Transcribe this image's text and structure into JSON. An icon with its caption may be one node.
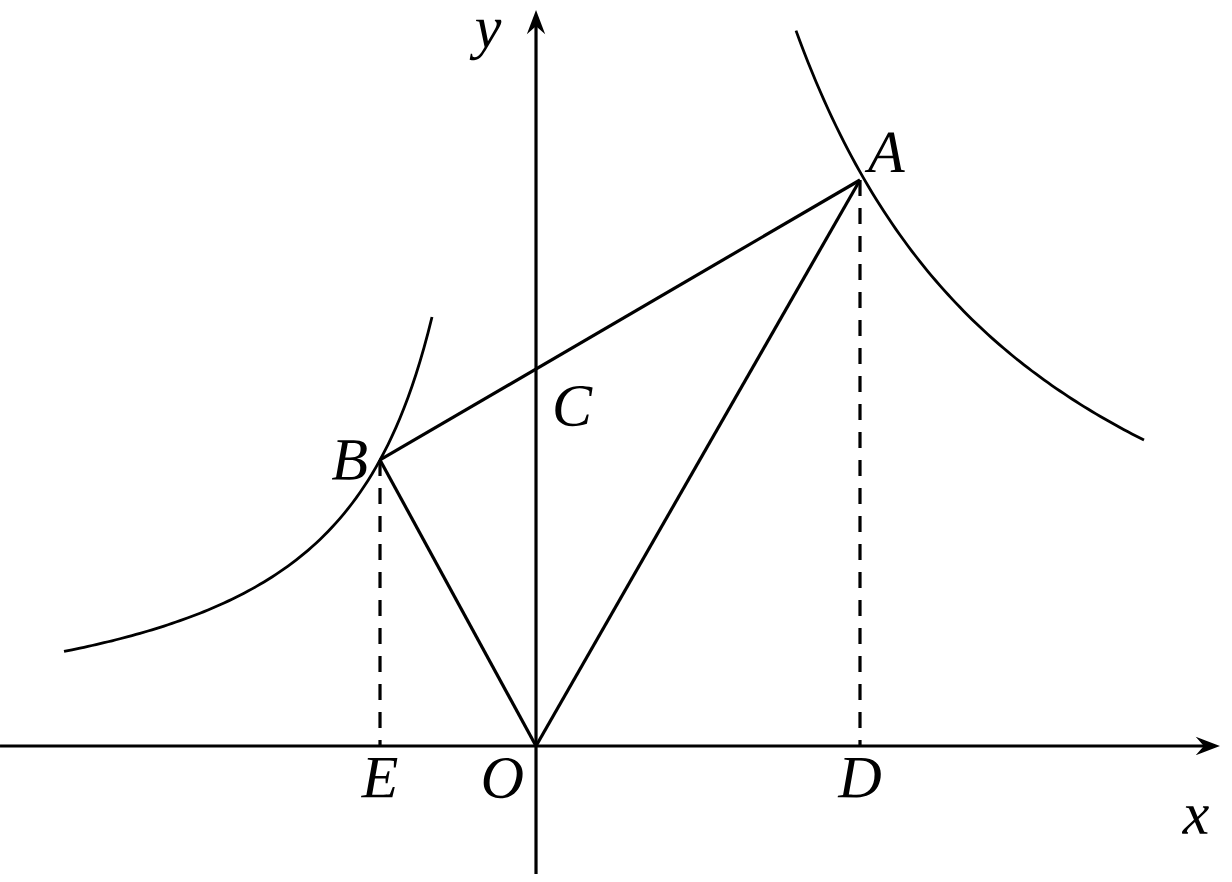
{
  "diagram": {
    "nodes": [
      {
        "text": [
          "A"
        ]
      },
      {
        "text": [
          "B"
        ]
      },
      {
        "text": [
          "C"
        ]
      },
      {
        "text": [
          "O"
        ]
      },
      {
        "text": [
          "D"
        ]
      },
      {
        "text": [
          "E"
        ]
      }
    ],
    "edges": [
      {
        "from": 1,
        "to": 0,
        "arrow": "none"
      },
      {
        "from": 3,
        "to": 0,
        "arrow": "none"
      },
      {
        "from": 3,
        "to": 1,
        "arrow": "none"
      },
      {
        "from": 0,
        "to": 4,
        "arrow": "none",
        "style": "dashed"
      },
      {
        "from": 1,
        "to": 5,
        "arrow": "none",
        "style": "dashed"
      }
    ],
    "labels": [
      "y",
      "x"
    ]
  }
}
